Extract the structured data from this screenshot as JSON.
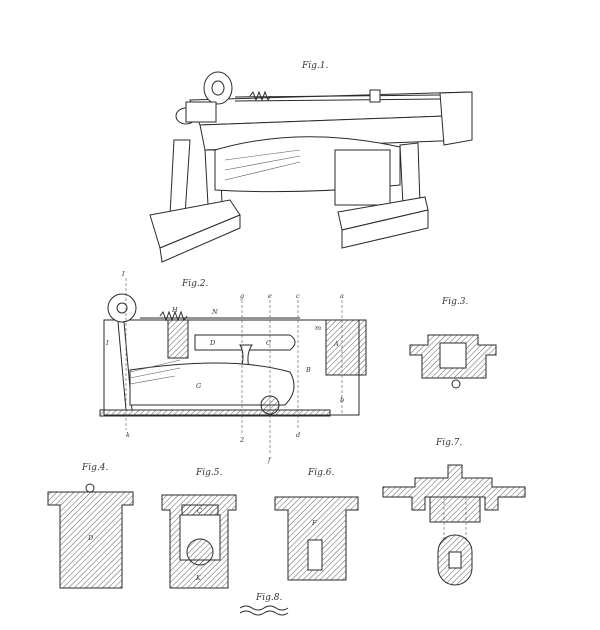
{
  "figures": {
    "fig1": {
      "caption": "Fig.1."
    },
    "fig2": {
      "caption": "Fig.2.",
      "letters": [
        "I",
        "H",
        "N",
        "g",
        "e",
        "c",
        "a",
        "m",
        "A",
        "D",
        "C",
        "B",
        "G",
        "I",
        "k",
        "2",
        "f",
        "d",
        "b"
      ]
    },
    "fig3": {
      "caption": "Fig.3."
    },
    "fig4": {
      "caption": "Fig.4.",
      "letters": [
        "D"
      ]
    },
    "fig5": {
      "caption": "Fig.5.",
      "letters": [
        "C",
        "K"
      ]
    },
    "fig6": {
      "caption": "Fig.6.",
      "letters": [
        "F"
      ]
    },
    "fig7": {
      "caption": "Fig.7."
    },
    "fig8": {
      "caption": "Fig.8."
    }
  }
}
